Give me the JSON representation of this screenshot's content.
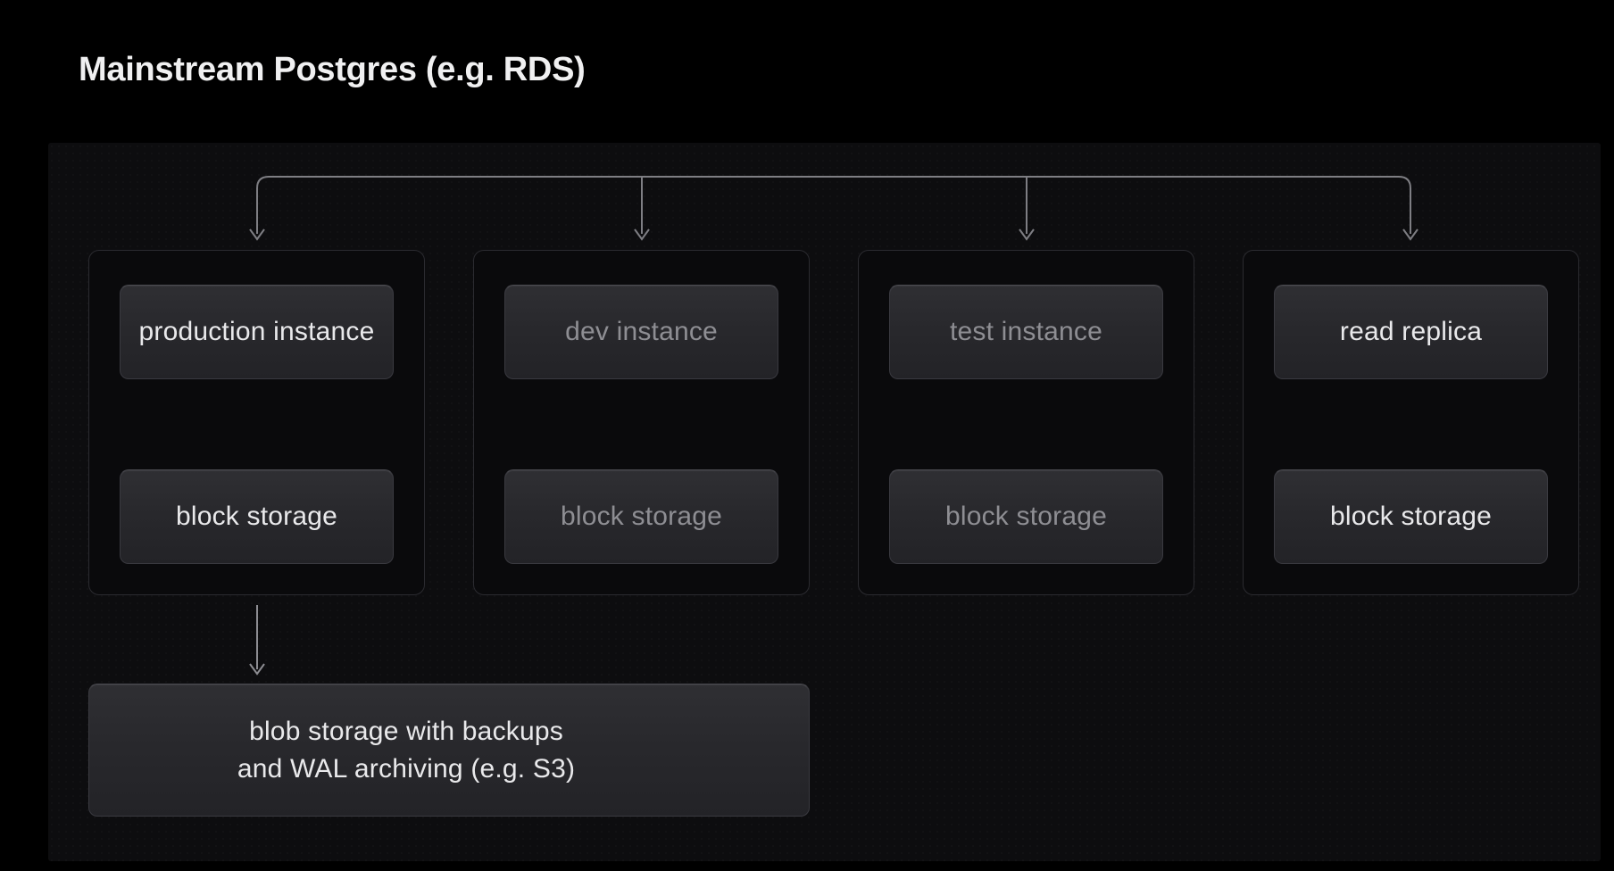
{
  "title": "Mainstream Postgres (e.g. RDS)",
  "colors": {
    "background": "#000000",
    "panel": "#0d0d0f",
    "group_bg": "#0a0a0c",
    "group_border": "#2b2b30",
    "box_border": "#3a3a40",
    "box_border_top": "#4c4c52",
    "box_top": "#2f2f33",
    "box_mid": "#28282c",
    "box_bottom": "#232327",
    "text_bright": "#e9e9eb",
    "text_dim": "#8e8e93",
    "connector_line": "#7e7e83",
    "arrow": "#a4a4a8",
    "flow_arrow": "#8d8d92",
    "title": "#f0f0f1"
  },
  "diagram": {
    "groups": [
      {
        "id": "production",
        "instance_label": "production instance",
        "storage_label": "block storage",
        "emphasis": "bright"
      },
      {
        "id": "dev",
        "instance_label": "dev instance",
        "storage_label": "block storage",
        "emphasis": "dim"
      },
      {
        "id": "test",
        "instance_label": "test instance",
        "storage_label": "block storage",
        "emphasis": "dim"
      },
      {
        "id": "read-replica",
        "instance_label": "read replica",
        "storage_label": "block storage",
        "emphasis": "bright"
      }
    ],
    "blob": {
      "line1": "blob storage with backups",
      "line2": "and WAL archiving (e.g. S3)"
    }
  }
}
